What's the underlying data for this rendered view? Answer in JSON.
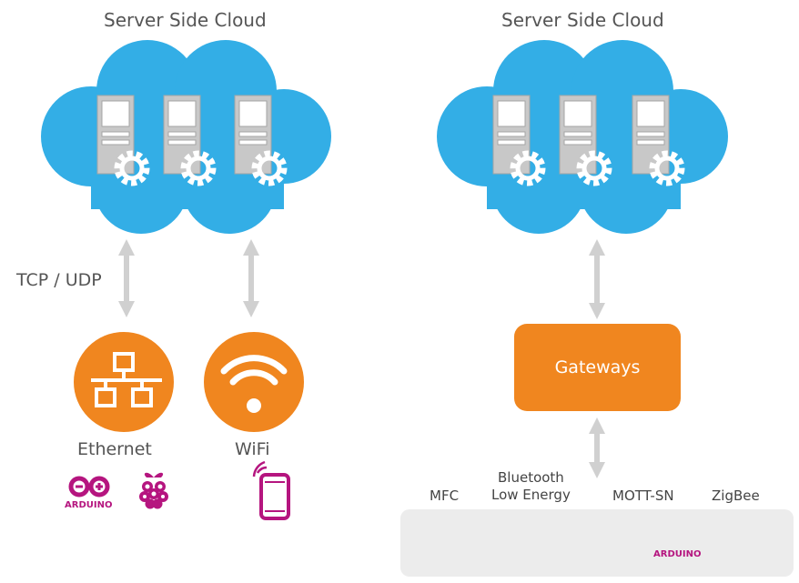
{
  "left_panel": {
    "title": "Server Side Cloud",
    "protocol_label": "TCP / UDP",
    "ethernet_label": "Ethernet",
    "wifi_label": "WiFi",
    "arduino_text": "ARDUINO"
  },
  "right_panel": {
    "title": "Server Side Cloud",
    "gateway_label": "Gateways",
    "protocols": [
      {
        "label": "MFC"
      },
      {
        "label_line1": "Bluetooth",
        "label_line2": "Low Energy"
      },
      {
        "label": "MOTT-SN"
      },
      {
        "label": "ZigBee"
      }
    ],
    "arduino_text": "ARDUINO"
  },
  "colors": {
    "cloud": "#33aee6",
    "server": "#c8c8c8",
    "orange": "#f0861f",
    "magenta": "#b5157f",
    "arrow": "#d0d0d0",
    "tray": "#ececec"
  }
}
